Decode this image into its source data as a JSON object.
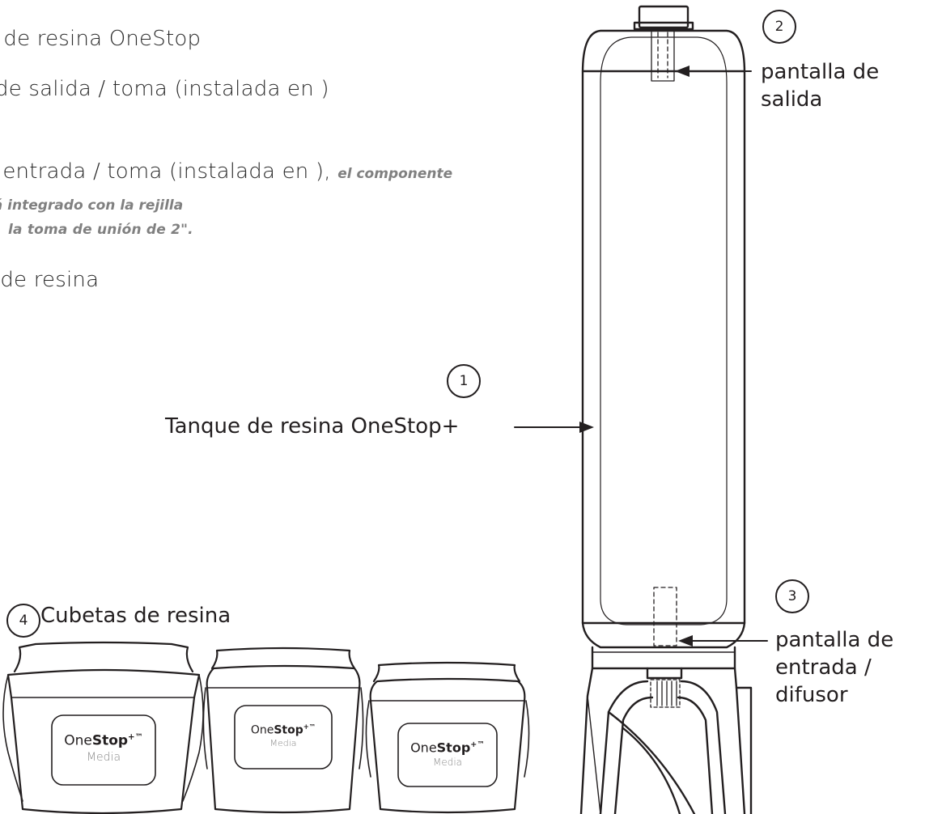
{
  "list": {
    "item1": "ito de resina OneStop",
    "item2": "la de salida / toma  (instalada en )",
    "item3_main": " de entrada / toma (instalada en ),",
    "item3_note1": "el componente está integrado con la rejilla",
    "item3_note2": "la toma de unión de 2\".",
    "item4": "as de resina"
  },
  "callouts": {
    "tank": {
      "number": "1",
      "label": "Tanque de resina OneStop+"
    },
    "outlet": {
      "number": "2",
      "label_line1": "pantalla de",
      "label_line2": "salida"
    },
    "inlet": {
      "number": "3",
      "label_line1": "pantalla de",
      "label_line2": "entrada /",
      "label_line3": "difusor"
    },
    "buckets": {
      "number": "4",
      "label": "Cubetas de resina"
    }
  },
  "bucket_logo": {
    "one": "One",
    "stop": "Stop",
    "mark": "+™",
    "sub": "Media"
  }
}
